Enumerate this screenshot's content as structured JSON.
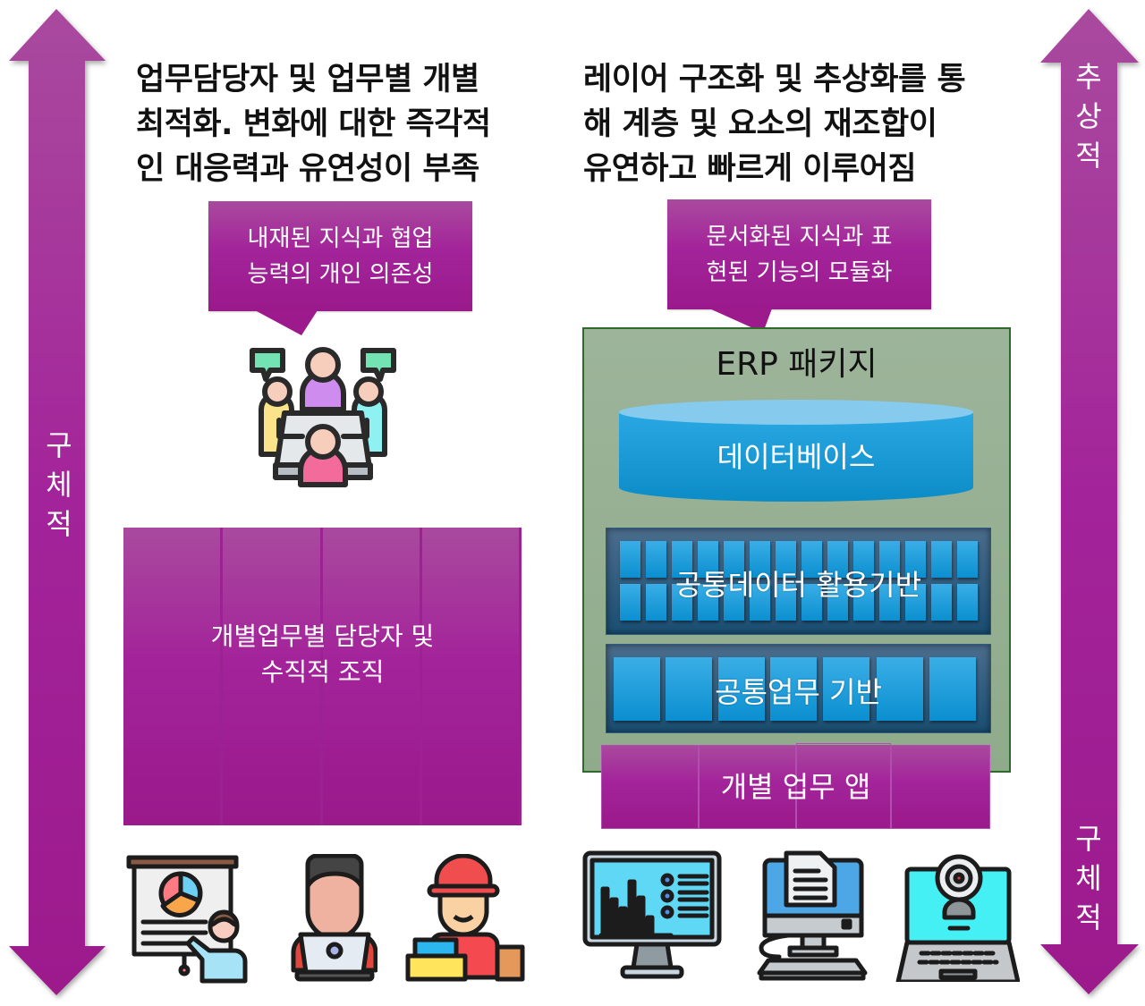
{
  "left_arrow": {
    "direction": "up-and-down",
    "label": [
      "구",
      "체",
      "적"
    ],
    "color": "#a3239a"
  },
  "right_arrow": {
    "direction": "up-and-down",
    "top_label": [
      "추",
      "상",
      "적"
    ],
    "bottom_label": [
      "구",
      "체",
      "적"
    ],
    "color": "#a3239a"
  },
  "left_panel": {
    "headline": [
      "업무담당자 및 업무별 개별",
      "최적화. 변화에 대한 즉각적",
      "인 대응력과 유연성이 부족"
    ],
    "callout": [
      "내재된 지식과 협업",
      "능력의 개인 의존성"
    ],
    "collaboration_icon": "team-meeting-icon",
    "org_block": {
      "label": [
        "개별업무별 담당자 및",
        "수직적 조직"
      ],
      "columns": 4
    },
    "people_icons": [
      "presenter-icon",
      "laptop-worker-icon",
      "delivery-worker-icon"
    ]
  },
  "right_panel": {
    "headline": [
      "레이어 구조화 및 추상화를 통",
      "해 계층 및 요소의 재조합이",
      "유연하고 빠르게 이루어짐"
    ],
    "callout": [
      "문서화된 지식과 표",
      "현된 기능의 모듈화"
    ],
    "erp": {
      "title": "ERP 패키지",
      "database": "데이터베이스",
      "common_data_layer": "공통데이터 활용기반",
      "common_business_layer": "공통업무 기반",
      "apps_label": "개별 업무 앱",
      "apps_segments": 4
    },
    "device_icons": [
      "dashboard-monitor-icon",
      "document-computer-icon",
      "webcam-laptop-icon"
    ]
  },
  "colors": {
    "purple": "#a3239a",
    "purple_light": "#a94a9e",
    "erp_green": "#97b193",
    "erp_border": "#2e6b2a",
    "layer_blue_dark": "#1a4e72",
    "tile_blue": "#1a9ad8"
  }
}
